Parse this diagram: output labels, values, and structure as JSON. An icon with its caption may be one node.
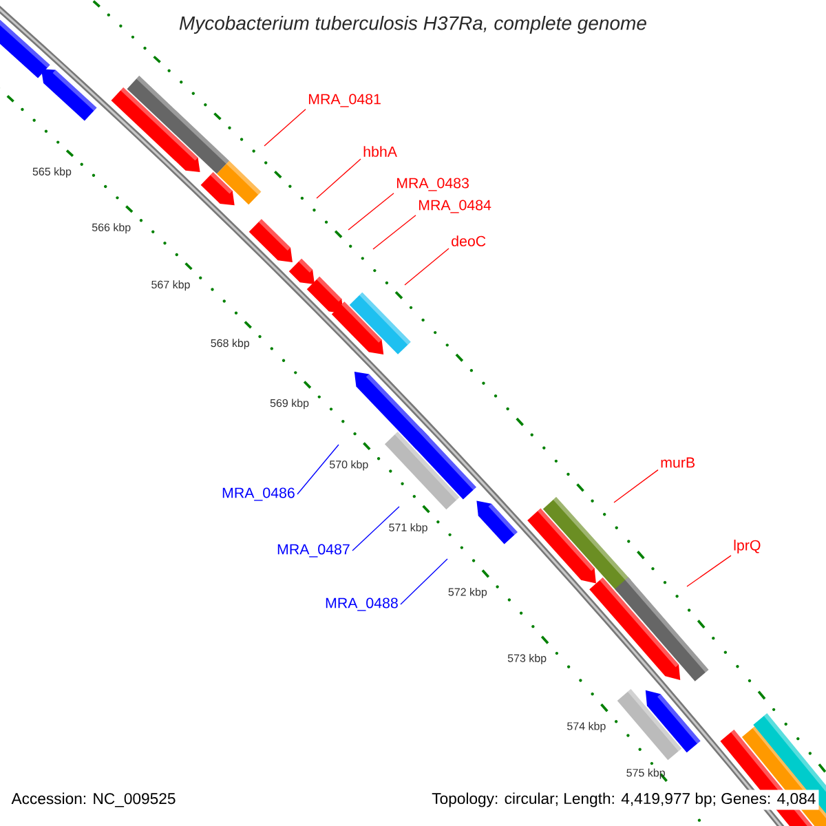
{
  "diagram": {
    "title": "Mycobacterium tuberculosis H37Ra, complete genome",
    "nodes": [
      {
        "text": [
          "MRA_0481"
        ]
      },
      {
        "text": [
          "hbhA"
        ]
      },
      {
        "text": [
          "MRA_0483"
        ]
      },
      {
        "text": [
          "MRA_0484"
        ]
      },
      {
        "text": [
          "deoC"
        ]
      },
      {
        "text": [
          "murB"
        ]
      },
      {
        "text": [
          "lprQ"
        ]
      },
      {
        "text": [
          "MRA_0486"
        ]
      },
      {
        "text": [
          "MRA_0487"
        ]
      },
      {
        "text": [
          "MRA_0488"
        ]
      }
    ],
    "edges": [
      {
        "from": 0,
        "to": null,
        "arrow": "none"
      },
      {
        "from": 1,
        "to": null,
        "arrow": "none"
      },
      {
        "from": 2,
        "to": null,
        "arrow": "none"
      },
      {
        "from": 3,
        "to": null,
        "arrow": "none"
      },
      {
        "from": 4,
        "to": null,
        "arrow": "none"
      },
      {
        "from": 5,
        "to": null,
        "arrow": "none"
      },
      {
        "from": 6,
        "to": null,
        "arrow": "none"
      },
      {
        "from": 7,
        "to": null,
        "arrow": "none",
        "color": "#0000ff"
      },
      {
        "from": 8,
        "to": null,
        "arrow": "none",
        "color": "#0000ff"
      },
      {
        "from": 9,
        "to": null,
        "arrow": "none",
        "color": "#0000ff"
      }
    ],
    "labels": [
      "565 kbp",
      "566 kbp",
      "567 kbp",
      "568 kbp",
      "569 kbp",
      "570 kbp",
      "571 kbp",
      "572 kbp",
      "573 kbp",
      "574 kbp",
      "575 kbp",
      "Accession: NC_009525",
      "Topology: circular; Length: 4,419,977 bp; Genes: 4,084"
    ]
  }
}
